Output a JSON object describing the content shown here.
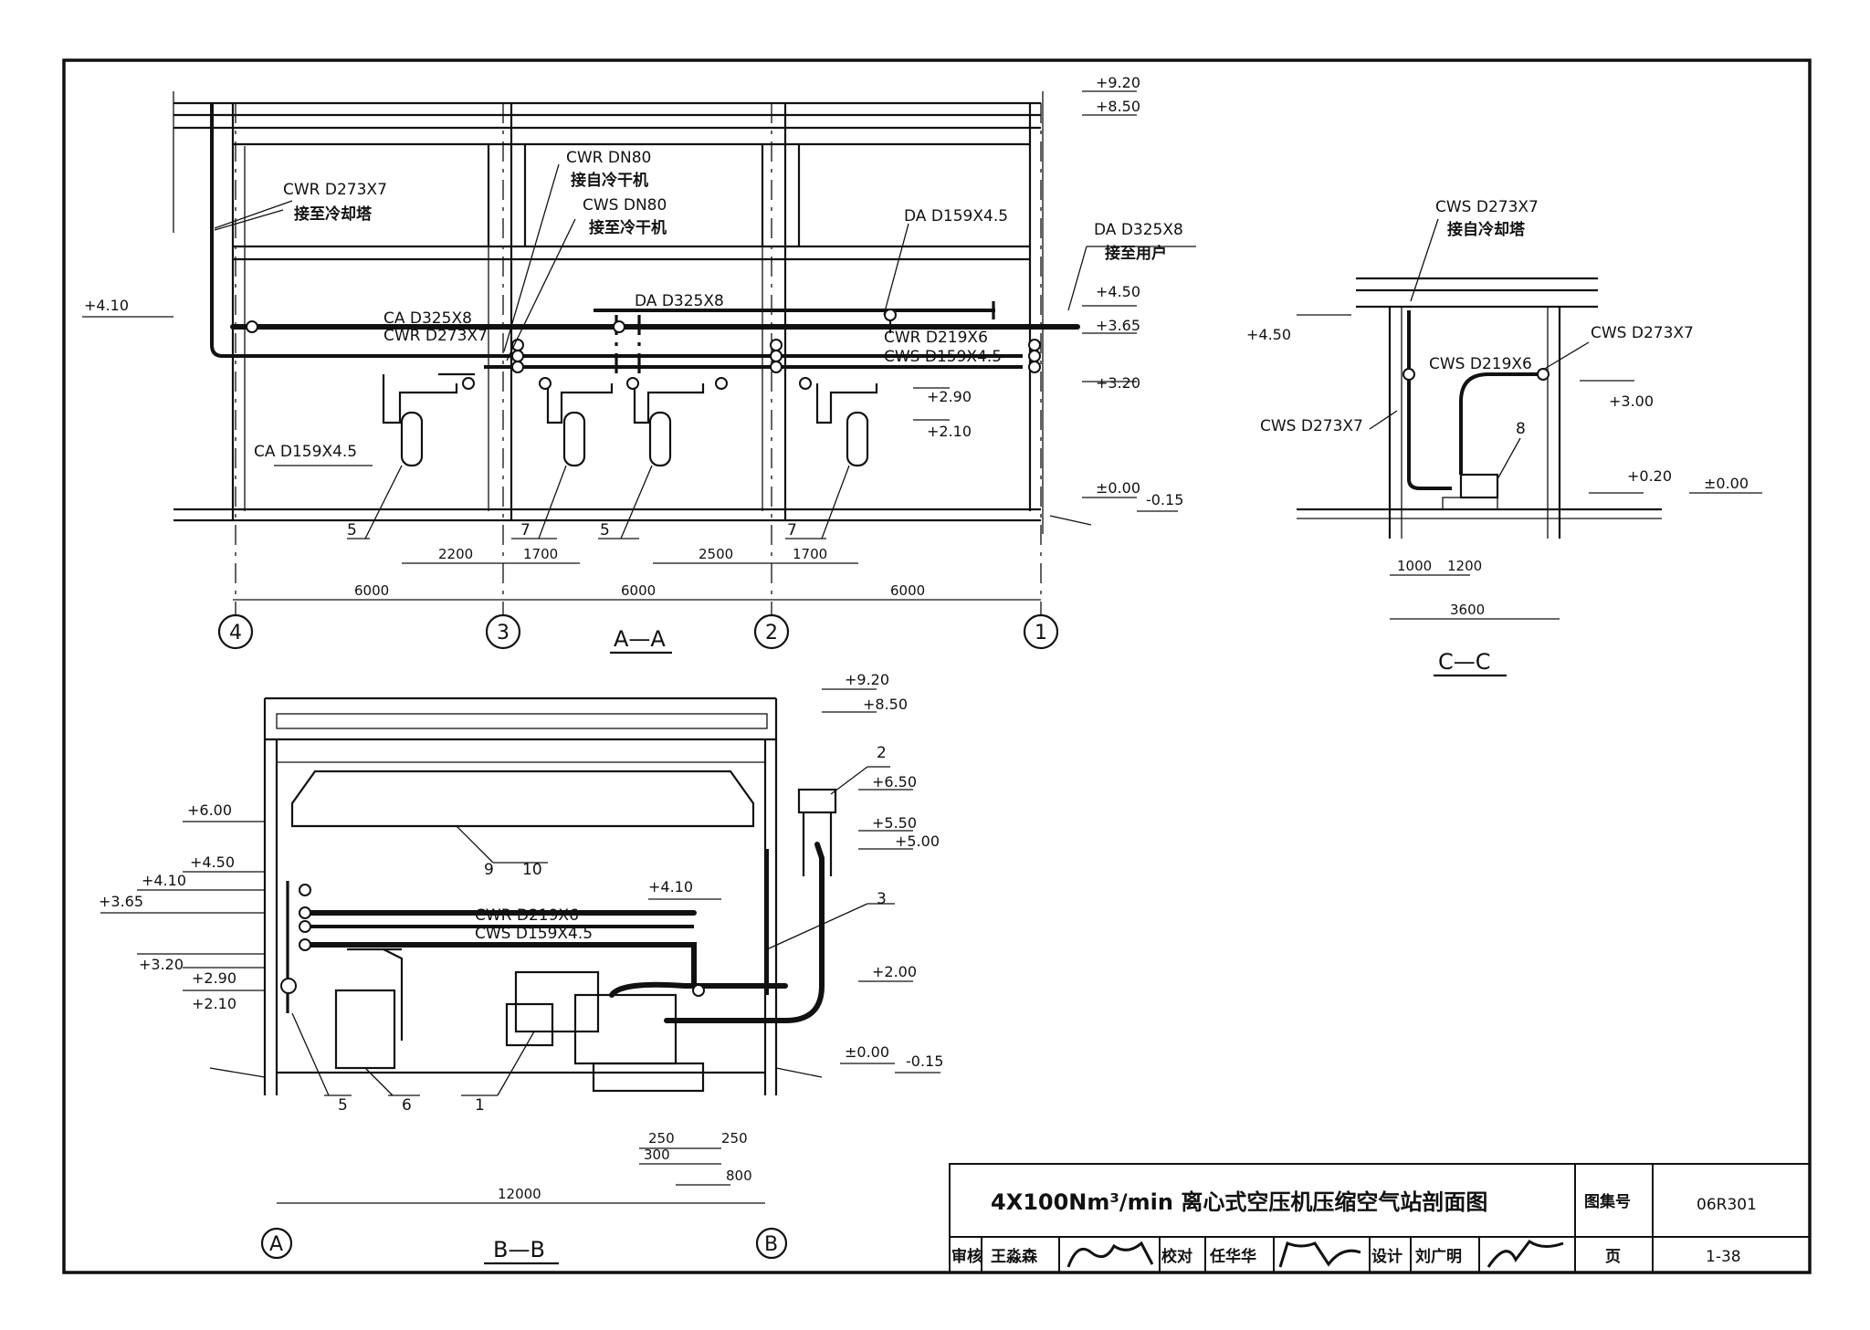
{
  "section_aa": {
    "title": "A—A",
    "labels": {
      "cwr_main": "CWR D273X7",
      "cwr_main_note": "接至冷却塔",
      "cwr_dn80": "CWR DN80",
      "cwr_dn80_note": "接自冷干机",
      "cws_dn80": "CWS DN80",
      "cws_dn80_note": "接至冷干机",
      "da_d159": "DA D159X4.5",
      "da_d325_user": "DA D325X8",
      "da_d325_user_note": "接至用户",
      "ca_d325": "CA D325X8",
      "cwr_d273": "CWR D273X7",
      "da_d325": "DA D325X8",
      "cwr_d219": "CWR D219X6",
      "cws_d159": "CWS D159X4.5",
      "ca_d159": "CA D159X4.5"
    },
    "elevations": [
      "+9.20",
      "+8.50",
      "+4.10",
      "+4.50",
      "+3.65",
      "+3.20",
      "+2.90",
      "+2.10",
      "±0.00",
      "-0.15"
    ],
    "item_numbers": [
      "5",
      "7",
      "5",
      "7"
    ],
    "dims": [
      "2200",
      "1700",
      "2500",
      "1700",
      "6000",
      "6000",
      "6000"
    ],
    "axes": [
      "4",
      "3",
      "2",
      "1"
    ]
  },
  "section_cc": {
    "title": "C—C",
    "labels": {
      "cws_top": "CWS D273X7",
      "cws_top_note": "接自冷却塔",
      "cws_right": "CWS D273X7",
      "cws_d219": "CWS D219X6",
      "cws_left": "CWS D273X7",
      "item": "8"
    },
    "elevations": [
      "+4.50",
      "+3.00",
      "+0.20",
      "±0.00"
    ],
    "dims": [
      "1000",
      "1200",
      "3600"
    ]
  },
  "section_bb": {
    "title": "B—B",
    "labels": {
      "cwr_d219": "CWR D219X6",
      "cws_d159": "CWS D159X4.5"
    },
    "elevations": [
      "+9.20",
      "+8.50",
      "+6.50",
      "+5.50",
      "+5.00",
      "+6.00",
      "+4.50",
      "+4.10",
      "+3.65",
      "+4.10",
      "+3.20",
      "+2.90",
      "+2.10",
      "+2.00",
      "±0.00",
      "-0.15"
    ],
    "item_numbers": [
      "2",
      "3",
      "9",
      "10",
      "5",
      "6",
      "1"
    ],
    "dims": [
      "250",
      "250",
      "300",
      "800",
      "12000"
    ],
    "axes": [
      "A",
      "B"
    ]
  },
  "title_block": {
    "title": "4X100Nm³/min 离心式空压机压缩空气站剖面图",
    "atlas_label": "图集号",
    "atlas_no": "06R301",
    "page_label": "页",
    "page_no": "1-38",
    "review_label": "审核",
    "reviewer": "王淼森",
    "check_label": "校对",
    "checker": "任华华",
    "design_label": "设计",
    "designer": "刘广明"
  }
}
